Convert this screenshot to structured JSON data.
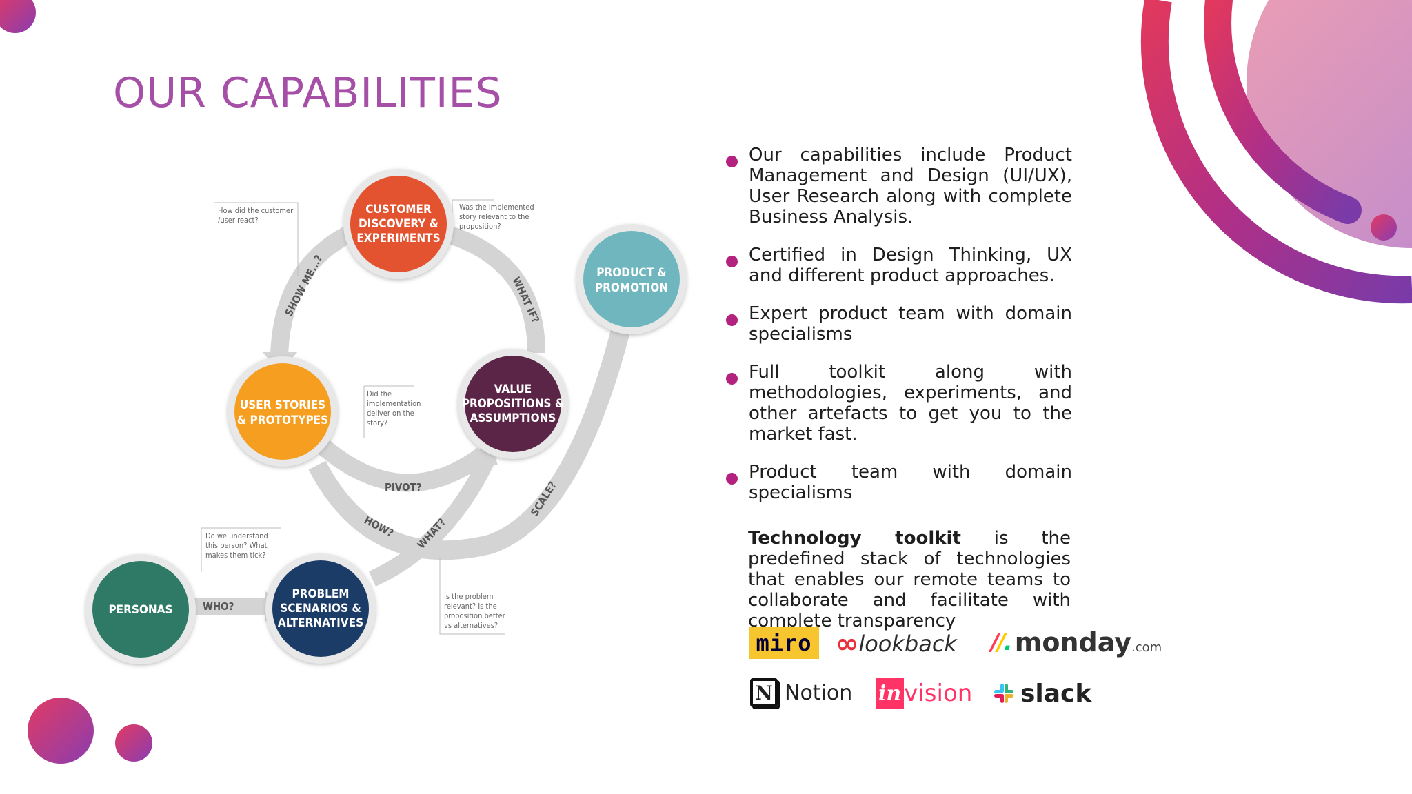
{
  "page": {
    "title": "OUR CAPABILITIES"
  },
  "diagram": {
    "nodes": {
      "customer_discovery": [
        "CUSTOMER",
        "DISCOVERY &",
        "EXPERIMENTS"
      ],
      "product_promotion": [
        "PRODUCT &",
        "PROMOTION"
      ],
      "user_stories": [
        "USER STORIES",
        "& PROTOTYPES"
      ],
      "value_propositions": [
        "VALUE",
        "PROPOSITIONS &",
        "ASSUMPTIONS"
      ],
      "personas": [
        "PERSONAS"
      ],
      "problem_scenarios": [
        "PROBLEM",
        "SCENARIOS &",
        "ALTERNATIVES"
      ]
    },
    "arrow_labels": {
      "show_me": "SHOW ME...?",
      "what_if": "WHAT IF?",
      "pivot": "PIVOT?",
      "how": "HOW?",
      "what": "WHAT?",
      "scale": "SCALE?",
      "who": "WHO?"
    },
    "notes": {
      "customer_react": [
        "How did the customer",
        "/user react?"
      ],
      "story_relevant": [
        "Was the implemented",
        "story relevant to the",
        "proposition?"
      ],
      "implementation": [
        "Did the",
        "implementation",
        "deliver on the",
        "story?"
      ],
      "understand_person": [
        "Do we understand",
        "this person? What",
        "makes them tick?"
      ],
      "problem_relevant": [
        "Is the problem",
        "relevant? Is the",
        "proposition better",
        "vs alternatives?"
      ]
    },
    "colors": {
      "customer_discovery": "#E4532F",
      "product_promotion": "#6FB6BF",
      "user_stories": "#F59E1F",
      "value_propositions": "#5B2547",
      "personas": "#2E7A66",
      "problem_scenarios": "#1C3C68",
      "arrow": "#D2D2D2"
    }
  },
  "bullets": [
    "Our capabilities include Product Management and Design (UI/UX), User Research along with complete Business Analysis.",
    "Certified in Design Thinking, UX and different product approaches.",
    "Expert product team with domain specialisms",
    "Full toolkit along with methodologies, experiments, and other artefacts to get you to the market fast.",
    "Product team with domain specialisms"
  ],
  "toolkit": {
    "bold": "Technology toolkit",
    "text": " is the predefined stack of technologies that enables our remote teams to collaborate and facilitate with complete transparency"
  },
  "logos": {
    "miro": "miro",
    "lookback": "lookback",
    "lookback_mark": "∞",
    "monday": "monday",
    "monday_com": ".com",
    "notion": "Notion",
    "notion_mark": "N",
    "invision_in": "in",
    "invision_rest": "vision",
    "slack": "slack"
  },
  "accent_color": "#A54FA6",
  "bullet_color": "#B3227E"
}
